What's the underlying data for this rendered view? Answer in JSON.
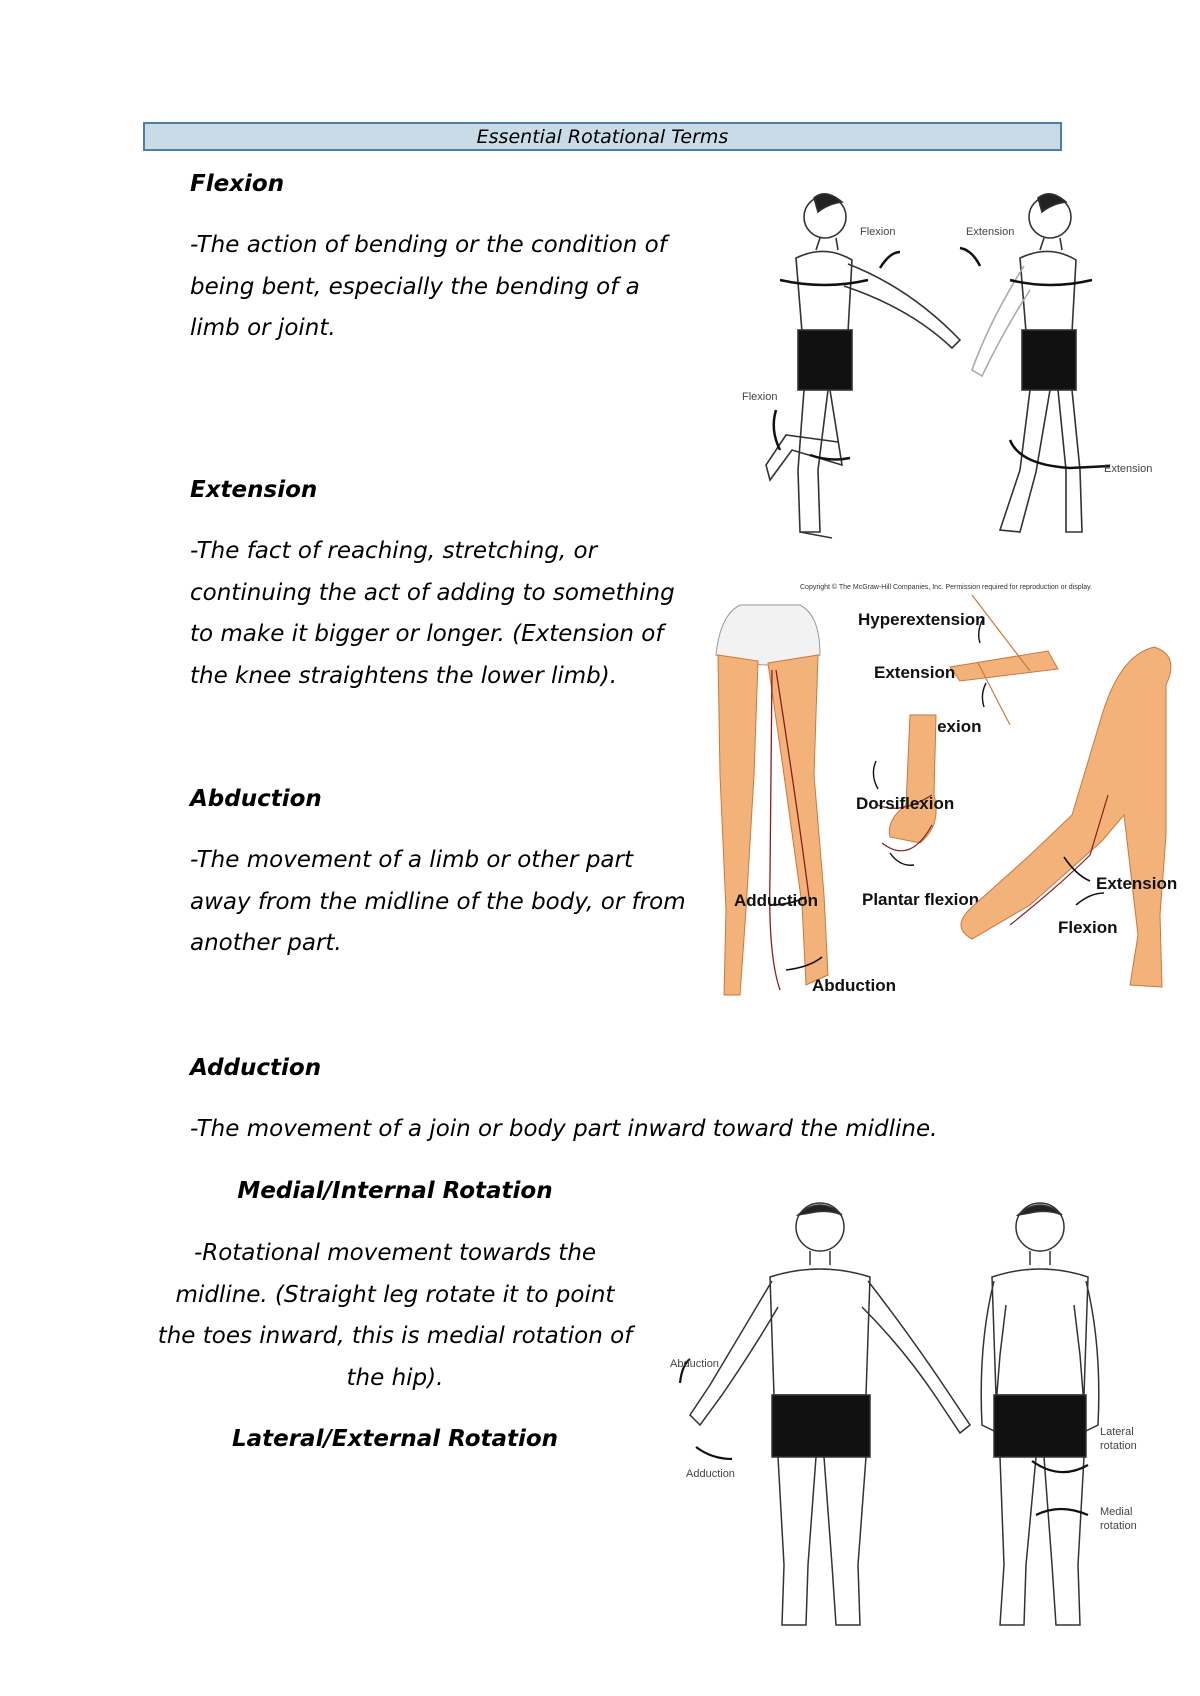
{
  "title": "Essential Rotational Terms",
  "sections": {
    "flexion": {
      "heading": "Flexion",
      "text": "-The action of bending or the condition of being bent, especially the bending of a limb or joint."
    },
    "extension": {
      "heading": "Extension",
      "text": "-The fact of reaching, stretching, or continuing the act of adding to something to make it bigger or longer. (Extension of the knee straightens the lower limb)."
    },
    "abduction": {
      "heading": "Abduction",
      "text": "-The movement of a limb or other part away from the midline of the body, or from another part."
    },
    "adduction": {
      "heading": "Adduction",
      "text": "-The movement of a join or body part inward toward the midline."
    },
    "medial": {
      "heading": "Medial/Internal Rotation",
      "text": "-Rotational movement towards the midline. (Straight leg rotate it to point the toes inward, this is medial rotation of the hip)."
    },
    "lateral": {
      "heading": "Lateral/External Rotation"
    }
  },
  "figures": {
    "fig1": {
      "flexion_arm": "Flexion",
      "extension_arm": "Extension",
      "flexion_leg": "Flexion",
      "extension_leg": "Extension"
    },
    "fig2": {
      "copyright": "Copyright © The McGraw-Hill Companies, Inc. Permission required for reproduction or display.",
      "hyperextension": "Hyperextension",
      "extension_wrist": "Extension",
      "flexion_wrist": "Flexion",
      "dorsiflexion": "Dorsiflexion",
      "plantar_flexion": "Plantar flexion",
      "adduction": "Adduction",
      "abduction": "Abduction",
      "extension_knee": "Extension",
      "flexion_knee": "Flexion"
    },
    "fig3": {
      "abduction": "Abduction",
      "adduction": "Adduction",
      "lateral_l1": "Lateral",
      "lateral_l2": "rotation",
      "medial_l1": "Medial",
      "medial_l2": "rotation"
    }
  },
  "colors": {
    "title_fill": "#c9dbe7",
    "title_border": "#4c7fa6",
    "skin": "#f2b27a"
  }
}
